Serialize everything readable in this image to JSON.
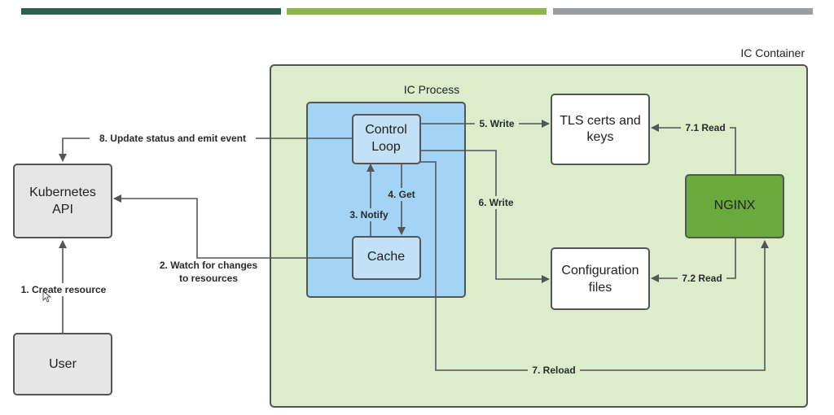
{
  "colors": {
    "bar_1": "#2f5f4f",
    "bar_2": "#8db64a",
    "bar_3": "#9a9da0",
    "container_fill": "#dcedcc",
    "process_fill": "#a3d3f5",
    "inner_box_fill": "#c2e0f6",
    "nginx_fill": "#6aaa3c",
    "grey_box_fill": "#e6e6e6"
  },
  "regions": {
    "ic_container": "IC Container",
    "ic_process": "IC Process"
  },
  "nodes": {
    "kubernetes_api": [
      "Kubernetes",
      "API"
    ],
    "user": [
      "User"
    ],
    "control_loop": [
      "Control",
      "Loop"
    ],
    "cache": [
      "Cache"
    ],
    "tls": [
      "TLS certs and",
      "keys"
    ],
    "config": [
      "Configuration",
      "files"
    ],
    "nginx": [
      "NGINX"
    ]
  },
  "edges": {
    "create_resource": "1. Create resource",
    "watch_line1": "2. Watch for changes",
    "watch_line2": "to resources",
    "notify": "3. Notify",
    "get": "4. Get",
    "write_tls": "5. Write",
    "write_config": "6. Write",
    "reload": "7. Reload",
    "read_tls": "7.1 Read",
    "read_config": "7.2 Read",
    "update_status": "8. Update status and emit event"
  }
}
